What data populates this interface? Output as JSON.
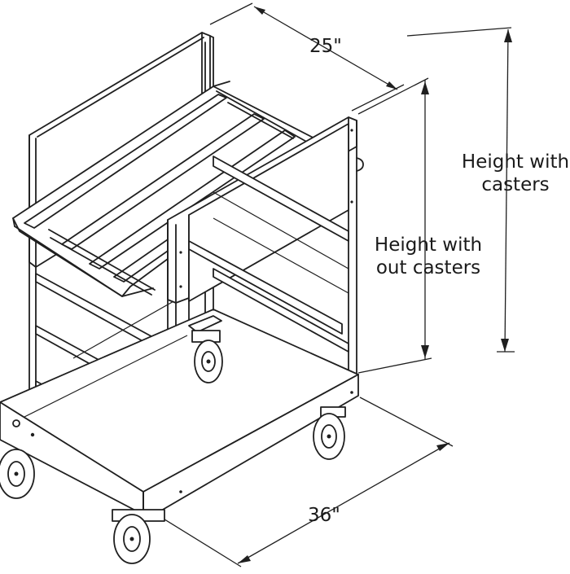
{
  "dimensions": {
    "depth": "25\"",
    "width": "36\"",
    "height_with_casters": [
      "Height with",
      "casters"
    ],
    "height_without_casters": [
      "Height with",
      "out casters"
    ]
  },
  "colors": {
    "line": "#1f1f1f",
    "background": "#ffffff"
  }
}
